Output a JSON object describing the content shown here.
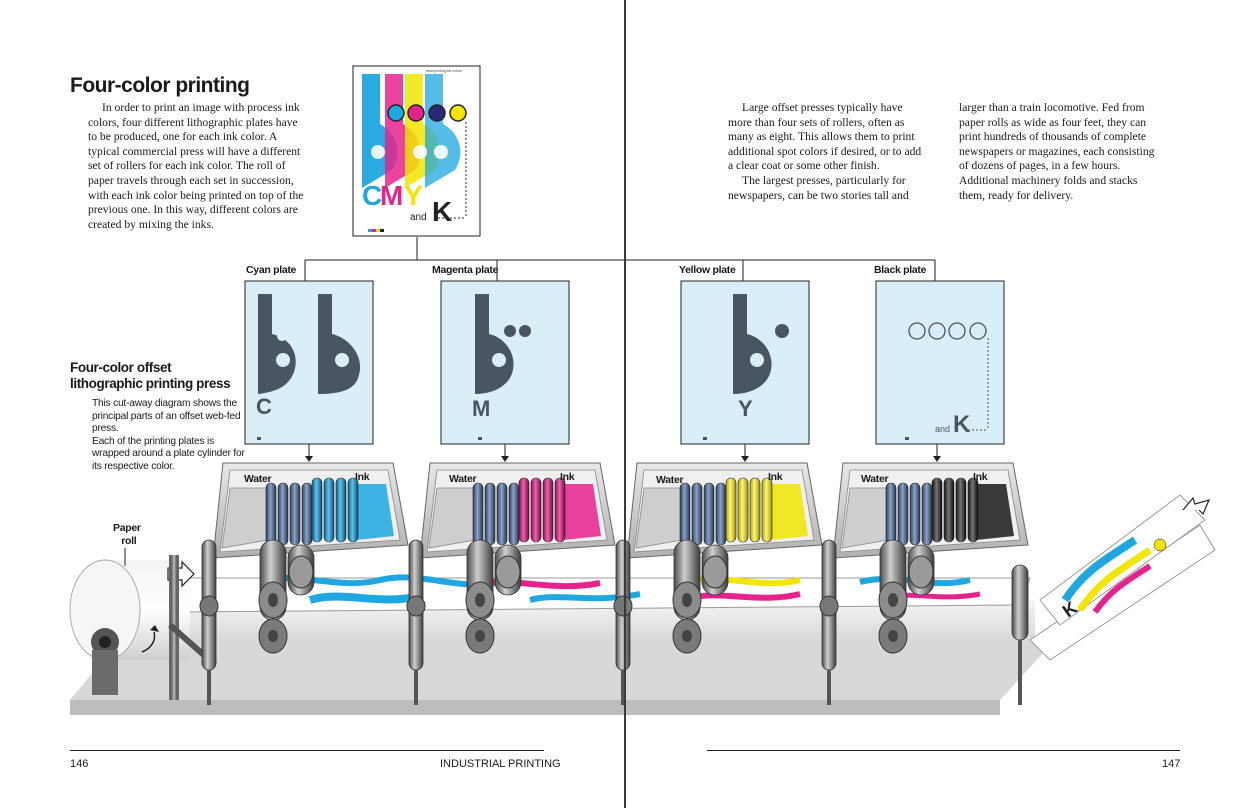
{
  "left_page": {
    "title": "Four-color printing",
    "intro": "In order to print an image with process ink colors, four different lithographic plates have to be produced, one for each ink color. A typical commercial press will have a different set of rollers for each ink color. The roll of paper travels through each set in succession, with each ink color being printed on top of the previous one. In this way, different colors are created by mixing the inks.",
    "subtitle_line1": "Four-color offset",
    "subtitle_line2": "lithographic printing press",
    "caption_p1": "This cut-away diagram shows the principal parts of an offset web-fed press.",
    "caption_p2": "Each of the printing plates is wrapped around a plate cylinder for its respective color.",
    "page_number": "146",
    "running_head": "INDUSTRIAL PRINTING"
  },
  "right_page": {
    "col1_p1": "Large offset presses typically have more than four sets of rollers, often as many as eight. This allows them to print additional spot colors if desired, or to add a clear coat or some other finish.",
    "col1_p2": "The largest presses, particularly for newspapers, can be two stories tall and",
    "col2_p1": "larger than a train locomotive. Fed from paper rolls as wide as four feet, they can print hundreds of thousands of complete newspapers or magazines, each consisting of dozens of pages, in a few hours. Additional machinery folds and stacks them, ready for delivery.",
    "page_number": "147"
  },
  "diagram": {
    "composite": {
      "letter_c": "C",
      "letter_m": "M",
      "letter_y": "Y",
      "and": "and",
      "letter_k": "K",
      "tiny_text": "www.printing.ink colors"
    },
    "plates": [
      {
        "label": "Cyan plate",
        "letter": "C"
      },
      {
        "label": "Magenta plate",
        "letter": "M"
      },
      {
        "label": "Yellow plate",
        "letter": "Y"
      },
      {
        "label": "Black plate",
        "letter": "K",
        "and": "and"
      }
    ],
    "water_label": "Water",
    "ink_label": "Ink",
    "paper_roll_line1": "Paper",
    "paper_roll_line2": "roll"
  },
  "colors": {
    "cyan": "#1ea7e0",
    "magenta": "#e6238d",
    "yellow": "#f2e500",
    "black": "#222222",
    "plate_bg": "#daeef8",
    "plate_shape": "#4a5562"
  }
}
